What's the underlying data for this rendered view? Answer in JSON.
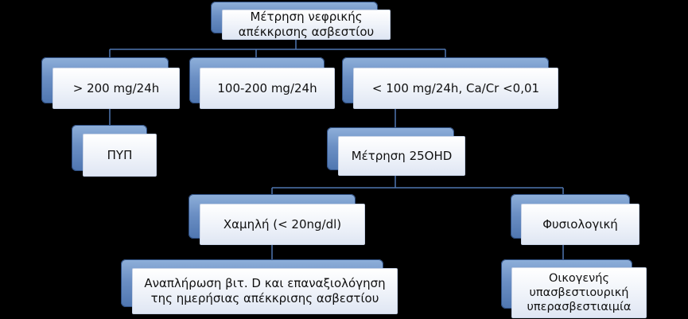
{
  "nodes": {
    "root": "Μέτρηση νεφρικής\nαπέκκρισης ασβεστίου",
    "high": "> 200 mg/24h",
    "mid": "100-200 mg/24h",
    "low": "< 100 mg/24h, Ca/Cr <0,01",
    "pth": "ΠΥΠ",
    "ohd": "Μέτρηση 25OHD",
    "lowd": "Χαμηλή (< 20ng/dl)",
    "normal": "Φυσιολογική",
    "replace": "Αναπλήρωση βιτ. D και επαναξιολόγηση\nτης ημερήσιας απέκκρισης ασβεστίου",
    "familial": "Οικογενής\nυπασβεστιουρική\nυπερασβεστιαιμία"
  },
  "colors": {
    "connector": "#4f76b0",
    "back_top": "#8fb0da",
    "back_bottom": "#4f76b0",
    "front": "#ffffff",
    "background": "#000000"
  }
}
